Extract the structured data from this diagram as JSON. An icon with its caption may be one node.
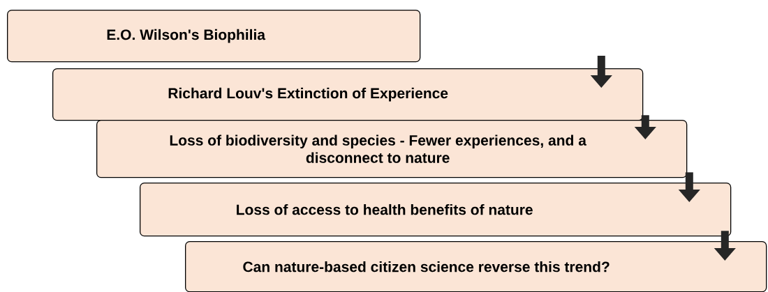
{
  "diagram": {
    "nodes": [
      {
        "text": [
          "E.O. Wilson's Biophilia"
        ]
      },
      {
        "text": [
          "Richard Louv's Extinction of Experience"
        ]
      },
      {
        "text": [
          "Loss of biodiversity and species - Fewer experiences, and a disconnect to nature"
        ]
      },
      {
        "text": [
          "Loss of access to health benefits of nature"
        ]
      },
      {
        "text": [
          "Can nature-based citizen science reverse this trend?"
        ]
      }
    ],
    "edges": [
      {
        "from": null,
        "to": 1,
        "arrow": "to"
      },
      {
        "from": 1,
        "to": 2,
        "arrow": "to"
      },
      {
        "from": 2,
        "to": 3,
        "arrow": "to"
      },
      {
        "from": 3,
        "to": 4,
        "arrow": "to"
      }
    ]
  }
}
